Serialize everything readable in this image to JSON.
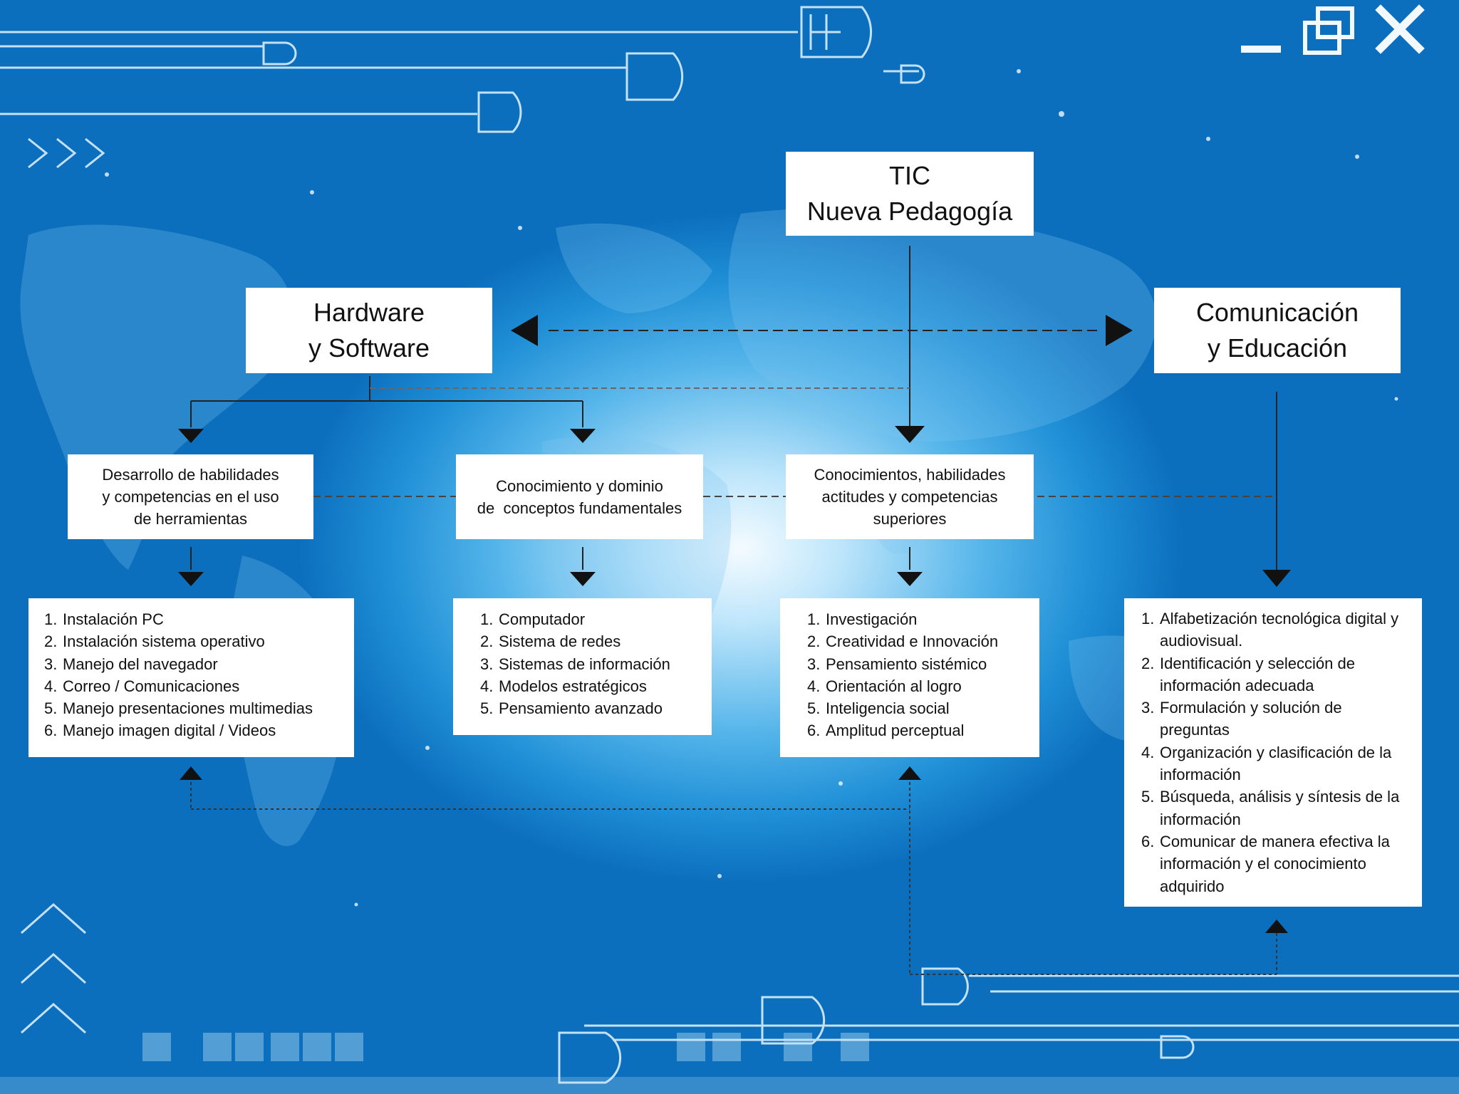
{
  "window_controls": {
    "minimize_icon": "minimize-icon",
    "maximize_icon": "restore-icon",
    "close_icon": "close-icon"
  },
  "diagram": {
    "root": {
      "line1": "TIC",
      "line2": "Nueva Pedagogía"
    },
    "left_head": {
      "line1": "Hardware",
      "line2": "y Software"
    },
    "right_head": {
      "line1": "Comunicación",
      "line2": "y Educación"
    },
    "mid_boxes": [
      {
        "lines": [
          "Desarrollo de habilidades",
          "y competencias en el uso",
          "de herramientas"
        ]
      },
      {
        "lines": [
          "Conocimiento y dominio",
          "de  conceptos fundamentales"
        ]
      },
      {
        "lines": [
          "Conocimientos, habilidades",
          "actitudes y competencias",
          "superiores"
        ]
      }
    ],
    "lists": [
      {
        "items": [
          {
            "n": "1.",
            "t": "Instalación PC"
          },
          {
            "n": "2.",
            "t": "Instalación sistema operativo"
          },
          {
            "n": "3.",
            "t": "Manejo del navegador"
          },
          {
            "n": "4.",
            "t": "Correo / Comunicaciones"
          },
          {
            "n": "5.",
            "t": "Manejo presentaciones multimedias"
          },
          {
            "n": "6.",
            "t": "Manejo imagen digital / Videos"
          }
        ]
      },
      {
        "items": [
          {
            "n": "1.",
            "t": "Computador"
          },
          {
            "n": "2.",
            "t": "Sistema de redes"
          },
          {
            "n": "3.",
            "t": "Sistemas de información"
          },
          {
            "n": "4.",
            "t": "Modelos estratégicos"
          },
          {
            "n": "5.",
            "t": "Pensamiento avanzado"
          }
        ]
      },
      {
        "items": [
          {
            "n": "1.",
            "t": "Investigación"
          },
          {
            "n": "2.",
            "t": "Creatividad e Innovación"
          },
          {
            "n": "3.",
            "t": "Pensamiento sistémico"
          },
          {
            "n": "4.",
            "t": "Orientación al logro"
          },
          {
            "n": "5.",
            "t": "Inteligencia social"
          },
          {
            "n": "6.",
            "t": "Amplitud perceptual"
          }
        ]
      },
      {
        "items": [
          {
            "n": "1.",
            "t": "Alfabetización tecnológica digital y audiovisual."
          },
          {
            "n": "2.",
            "t": "Identificación y selección de información adecuada"
          },
          {
            "n": "3.",
            "t": "Formulación y solución de preguntas"
          },
          {
            "n": "4.",
            "t": "Organización y clasificación de la información"
          },
          {
            "n": "5.",
            "t": "Búsqueda, análisis y síntesis de la información"
          },
          {
            "n": "6.",
            "t": "Comunicar de manera efectiva la información y el conocimiento adquirido"
          }
        ]
      }
    ]
  }
}
